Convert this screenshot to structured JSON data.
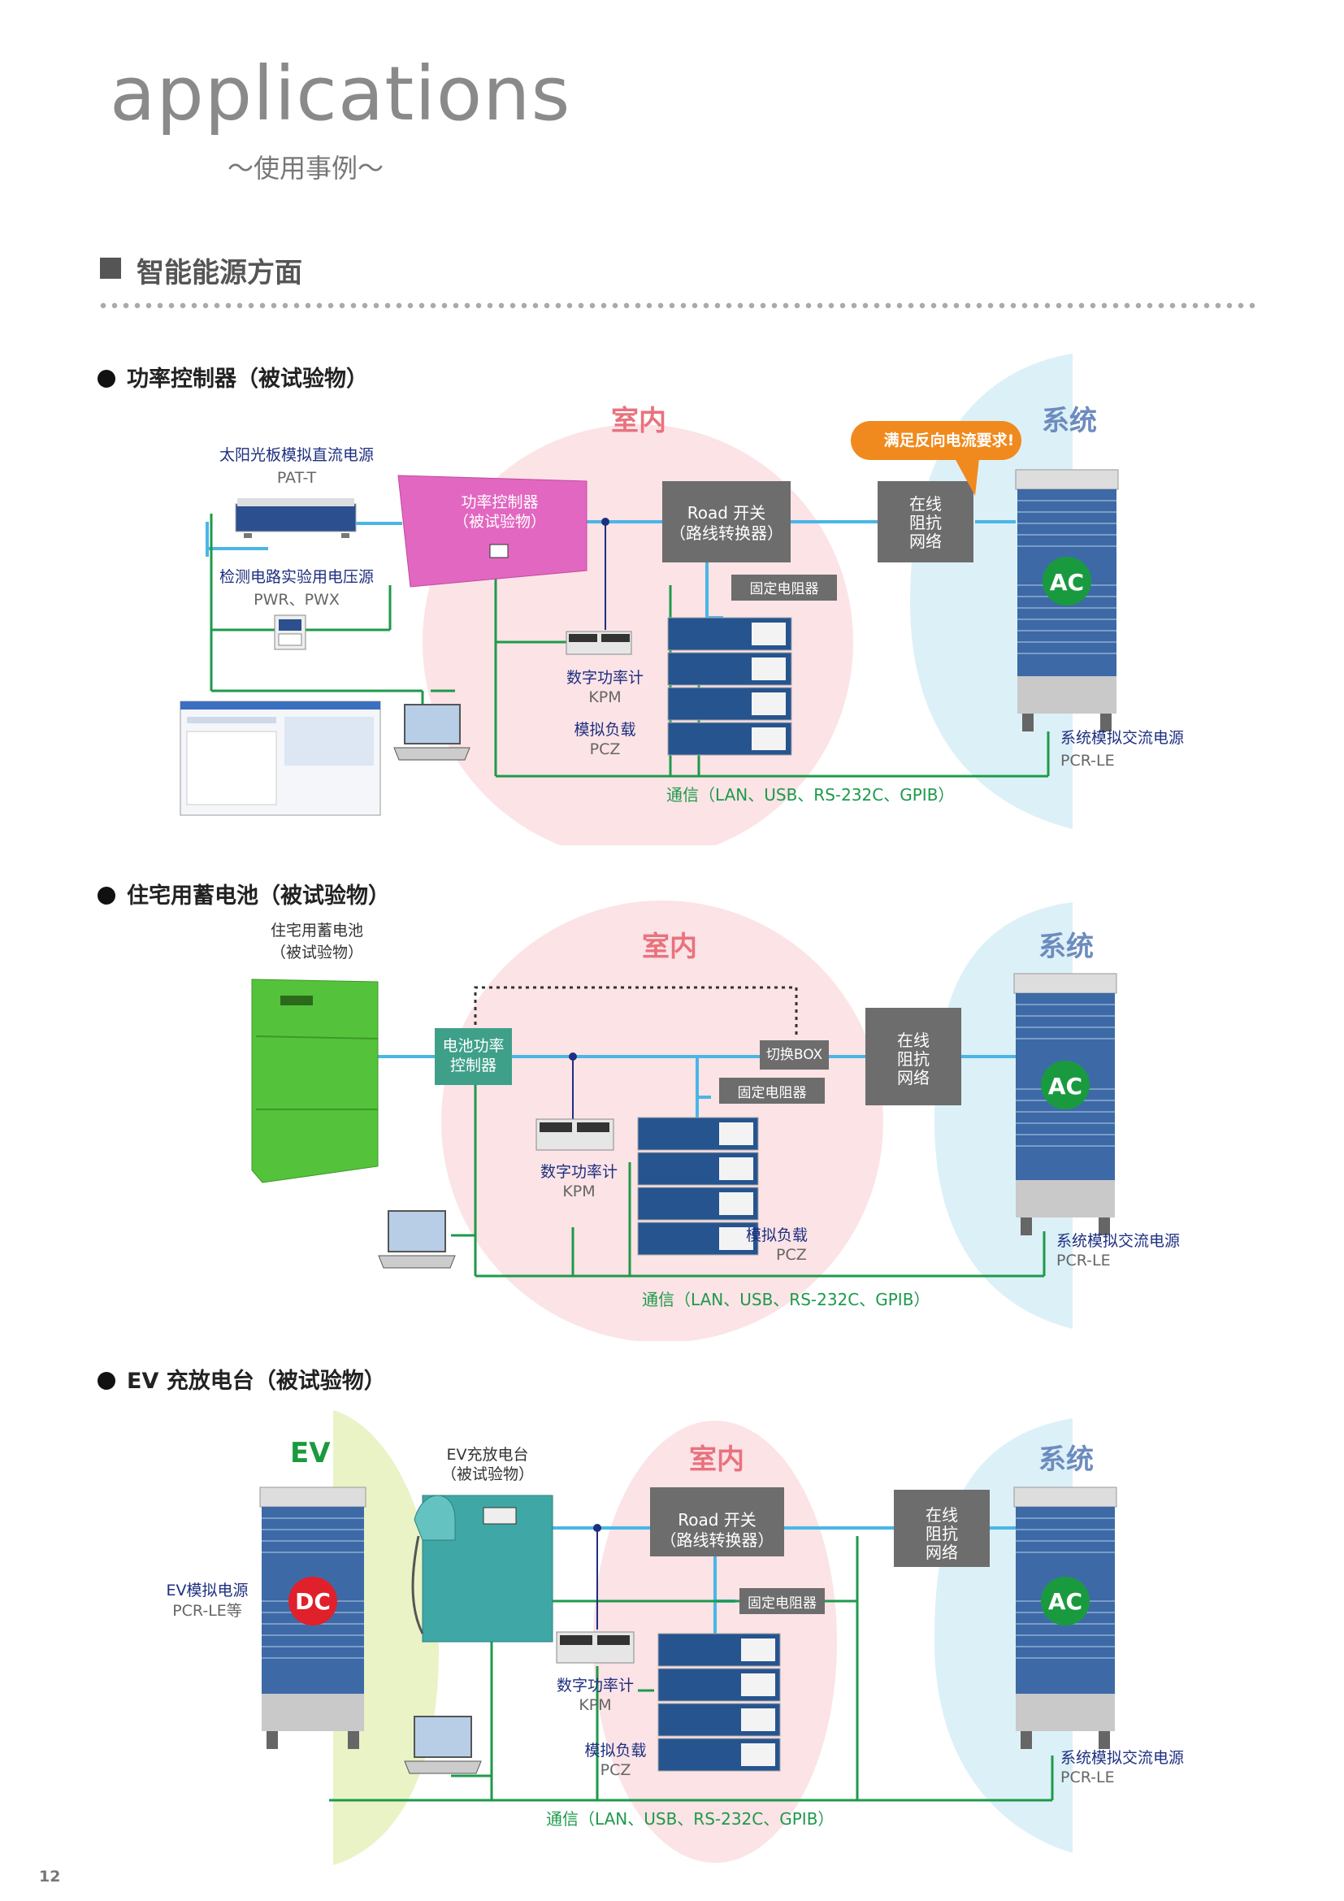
{
  "header": {
    "title": "applications",
    "subtitle": "～使用事例～"
  },
  "section": {
    "title": "智能能源方面"
  },
  "diagrams": [
    {
      "heading": "功率控制器（被试验物）",
      "zone_indoor": "室内",
      "zone_system": "系统",
      "callout": "满足反向电流要求!",
      "pat_label": "太阳光板模拟直流电源",
      "pat_model": "PAT-T",
      "pwr_label": "检测电路实验用电压源",
      "pwr_model": "PWR、PWX",
      "dut_label_1": "功率控制器",
      "dut_label_2": "（被试验物）",
      "road_line_1": "Road 开关",
      "road_line_2": "（路线转换器）",
      "fixed_resistor": "固定电阻器",
      "imp_1": "在线",
      "imp_2": "阻抗",
      "imp_3": "网络",
      "ac_badge": "AC",
      "kpm_label": "数字功率计",
      "kpm_model": "KPM",
      "pcz_label": "模拟负载",
      "pcz_model": "PCZ",
      "pcr_label": "系统模拟交流电源",
      "pcr_model": "PCR-LE",
      "comm": "通信（LAN、USB、RS-232C、GPIB）"
    },
    {
      "heading": "住宅用蓄电池（被试验物）",
      "zone_indoor": "室内",
      "zone_system": "系统",
      "battery_label_1": "住宅用蓄电池",
      "battery_label_2": "（被试验物）",
      "bpc_1": "电池功率",
      "bpc_2": "控制器",
      "switch_box": "切换BOX",
      "fixed_resistor": "固定电阻器",
      "imp_1": "在线",
      "imp_2": "阻抗",
      "imp_3": "网络",
      "ac_badge": "AC",
      "kpm_label": "数字功率计",
      "kpm_model": "KPM",
      "pcz_label": "模拟负载",
      "pcz_model": "PCZ",
      "pcr_label": "系统模拟交流电源",
      "pcr_model": "PCR-LE",
      "comm": "通信（LAN、USB、RS-232C、GPIB）"
    },
    {
      "heading": "EV 充放电台（被试验物）",
      "zone_ev": "EV",
      "zone_indoor": "室内",
      "zone_system": "系统",
      "ev_station_1": "EV充放电台",
      "ev_station_2": "（被试验物）",
      "ev_src_label": "EV模拟电源",
      "ev_src_model": "PCR-LE等",
      "dc_badge": "DC",
      "road_line_1": "Road 开关",
      "road_line_2": "（路线转换器）",
      "fixed_resistor": "固定电阻器",
      "imp_1": "在线",
      "imp_2": "阻抗",
      "imp_3": "网络",
      "ac_badge": "AC",
      "kpm_label": "数字功率计",
      "kpm_model": "KPM",
      "pcz_label": "模拟负载",
      "pcz_model": "PCZ",
      "pcr_label": "系统模拟交流电源",
      "pcr_model": "PCR-LE",
      "comm": "通信（LAN、USB、RS-232C、GPIB）"
    }
  ],
  "page_number": "12",
  "colors": {
    "power_line": "#4ab6e6",
    "comm_line": "#1d9a4a",
    "indoor_zone": "#fbe3e6",
    "system_zone": "#dcf0f7",
    "ev_zone": "#e9f3c6",
    "box_gray": "#6d6d6d",
    "dut_pink": "#e267c0",
    "battery_green": "#55c23c",
    "ev_teal": "#3fa8a7",
    "ac_green": "#1a9a3f",
    "dc_red": "#e0202a",
    "callout_orange": "#f08a1e",
    "label_navy": "#1e2f80"
  }
}
